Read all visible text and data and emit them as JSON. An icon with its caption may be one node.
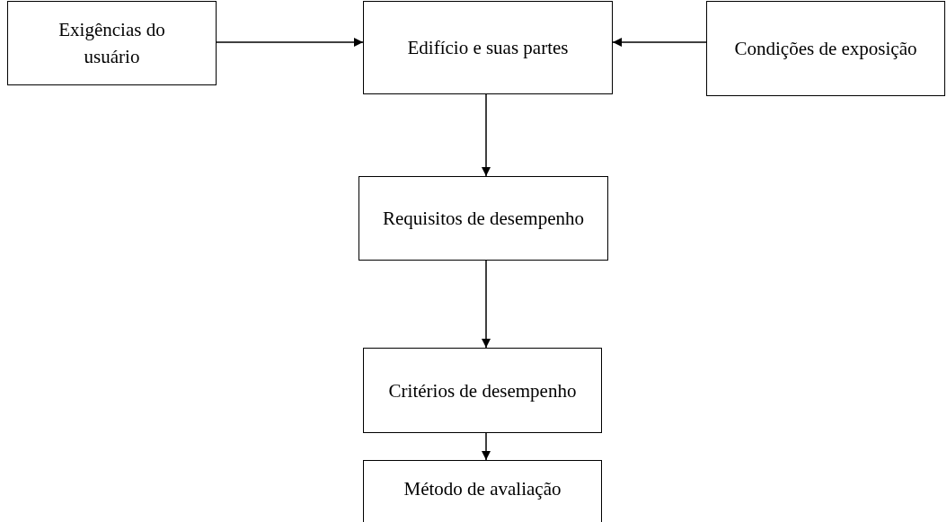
{
  "diagram": {
    "nodes": [
      {
        "text": [
          "Exigências do usuário"
        ]
      },
      {
        "text": [
          "Edifício e suas partes"
        ]
      },
      {
        "text": [
          "Condições de exposição"
        ]
      },
      {
        "text": [
          "Requisitos de desempenho"
        ]
      },
      {
        "text": [
          "Critérios de desempenho"
        ]
      },
      {
        "text": [
          "Método de avaliação"
        ]
      }
    ],
    "edges": [
      {
        "from": 0,
        "to": 1,
        "arrow": "to"
      },
      {
        "from": 2,
        "to": 1,
        "arrow": "to"
      },
      {
        "from": 1,
        "to": 3,
        "arrow": "to"
      },
      {
        "from": 3,
        "to": 4,
        "arrow": "to"
      },
      {
        "from": 4,
        "to": 5,
        "arrow": "to"
      }
    ]
  }
}
